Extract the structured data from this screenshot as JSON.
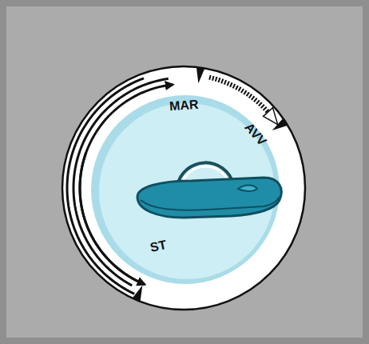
{
  "diagram": {
    "labels": [
      "MAR",
      "AVV",
      "ST"
    ]
  }
}
